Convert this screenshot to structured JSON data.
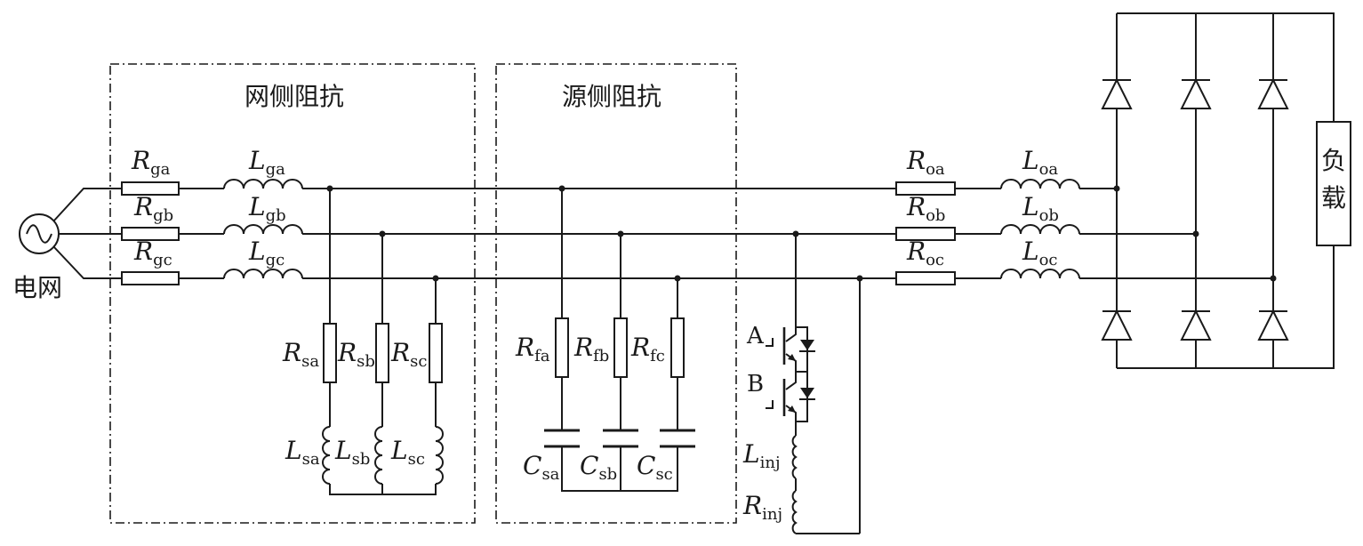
{
  "regions": {
    "grid_impedance": "网侧阻抗",
    "source_impedance": "源侧阻抗"
  },
  "grid_label": "电网",
  "load_label": "负载",
  "switch_labels": {
    "a": "A",
    "b": "B"
  },
  "components": {
    "Rga": {
      "sym": "R",
      "sub": "ga"
    },
    "Rgb": {
      "sym": "R",
      "sub": "gb"
    },
    "Rgc": {
      "sym": "R",
      "sub": "gc"
    },
    "Lga": {
      "sym": "L",
      "sub": "ga"
    },
    "Lgb": {
      "sym": "L",
      "sub": "gb"
    },
    "Lgc": {
      "sym": "L",
      "sub": "gc"
    },
    "Rsa": {
      "sym": "R",
      "sub": "sa"
    },
    "Rsb": {
      "sym": "R",
      "sub": "sb"
    },
    "Rsc": {
      "sym": "R",
      "sub": "sc"
    },
    "Lsa": {
      "sym": "L",
      "sub": "sa"
    },
    "Lsb": {
      "sym": "L",
      "sub": "sb"
    },
    "Lsc": {
      "sym": "L",
      "sub": "sc"
    },
    "Rfa": {
      "sym": "R",
      "sub": "fa"
    },
    "Rfb": {
      "sym": "R",
      "sub": "fb"
    },
    "Rfc": {
      "sym": "R",
      "sub": "fc"
    },
    "Csa": {
      "sym": "C",
      "sub": "sa"
    },
    "Csb": {
      "sym": "C",
      "sub": "sb"
    },
    "Csc": {
      "sym": "C",
      "sub": "sc"
    },
    "Roa": {
      "sym": "R",
      "sub": "oa"
    },
    "Rob": {
      "sym": "R",
      "sub": "ob"
    },
    "Roc": {
      "sym": "R",
      "sub": "oc"
    },
    "Loa": {
      "sym": "L",
      "sub": "oa"
    },
    "Lob": {
      "sym": "L",
      "sub": "ob"
    },
    "Loc": {
      "sym": "L",
      "sub": "oc"
    },
    "Linj": {
      "sym": "L",
      "sub": "inj"
    },
    "Rinj": {
      "sym": "R",
      "sub": "inj"
    }
  }
}
